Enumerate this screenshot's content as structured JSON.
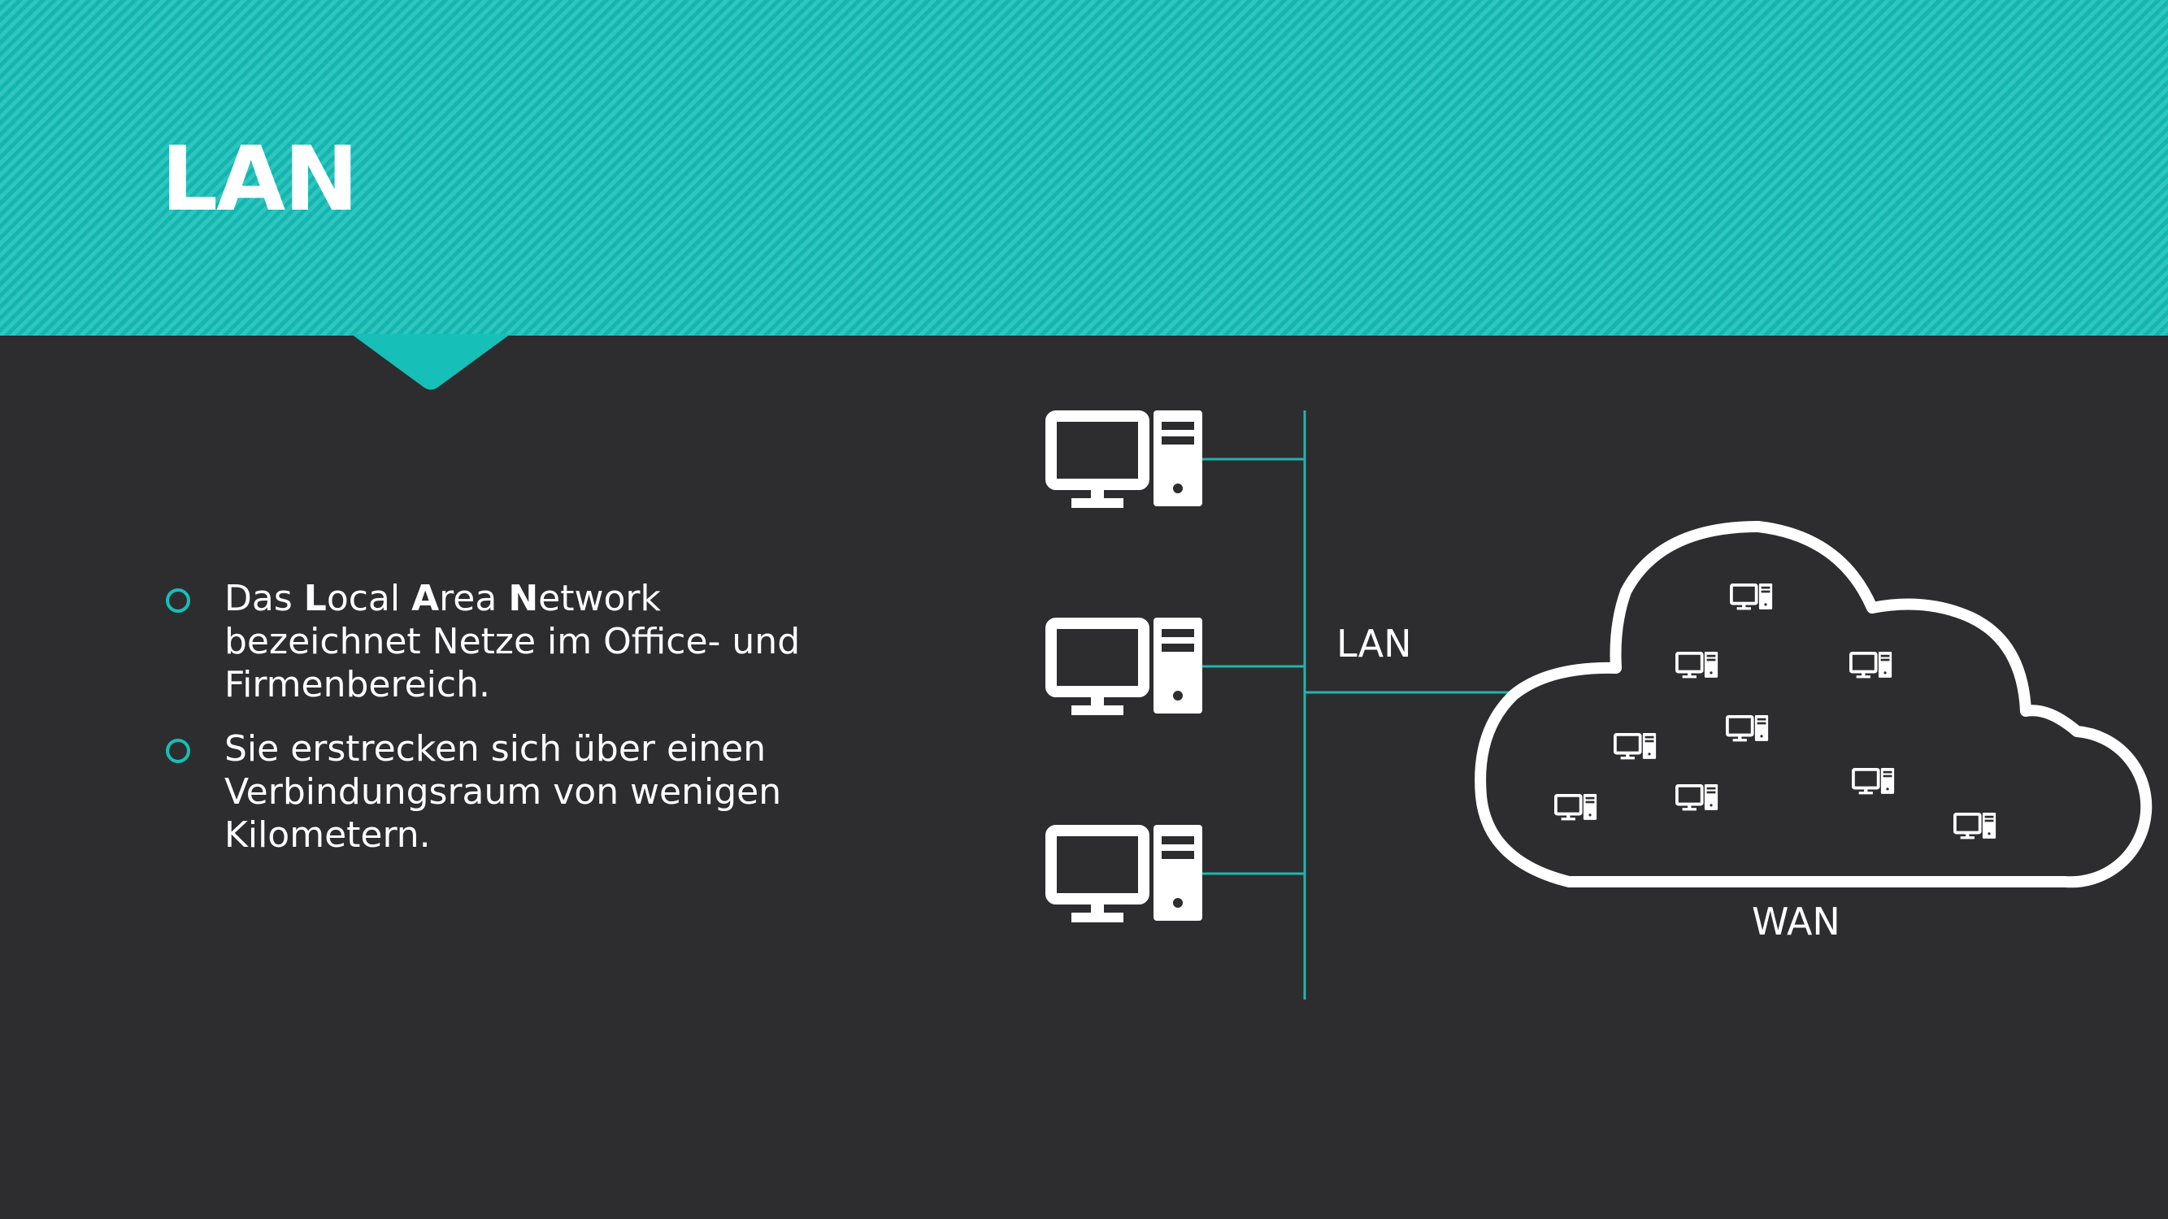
{
  "slide": {
    "title": "LAN",
    "bullets": [
      {
        "segments": [
          {
            "text": "Das ",
            "bold": false
          },
          {
            "text": "L",
            "bold": true
          },
          {
            "text": "ocal ",
            "bold": false
          },
          {
            "text": "A",
            "bold": true
          },
          {
            "text": "rea ",
            "bold": false
          },
          {
            "text": "N",
            "bold": true
          },
          {
            "text": "etwork bezeichnet Netze im Office- und Firmenbereich.",
            "bold": false
          }
        ]
      },
      {
        "segments": [
          {
            "text": "Sie erstrecken sich über einen Verbindungsraum von wenigen Kilometern.",
            "bold": false
          }
        ]
      }
    ]
  },
  "diagram": {
    "lan_label": "LAN",
    "wan_label": "WAN",
    "lan_computer_count": 3,
    "cloud_computer_count": 9
  },
  "colors": {
    "accent": "#16bfb8",
    "background": "#2d2d2f",
    "line": "#1fb5ae",
    "text": "#ffffff"
  },
  "icons": [
    "desktop-computer-icon",
    "cloud-icon",
    "bullet-circle-icon"
  ]
}
